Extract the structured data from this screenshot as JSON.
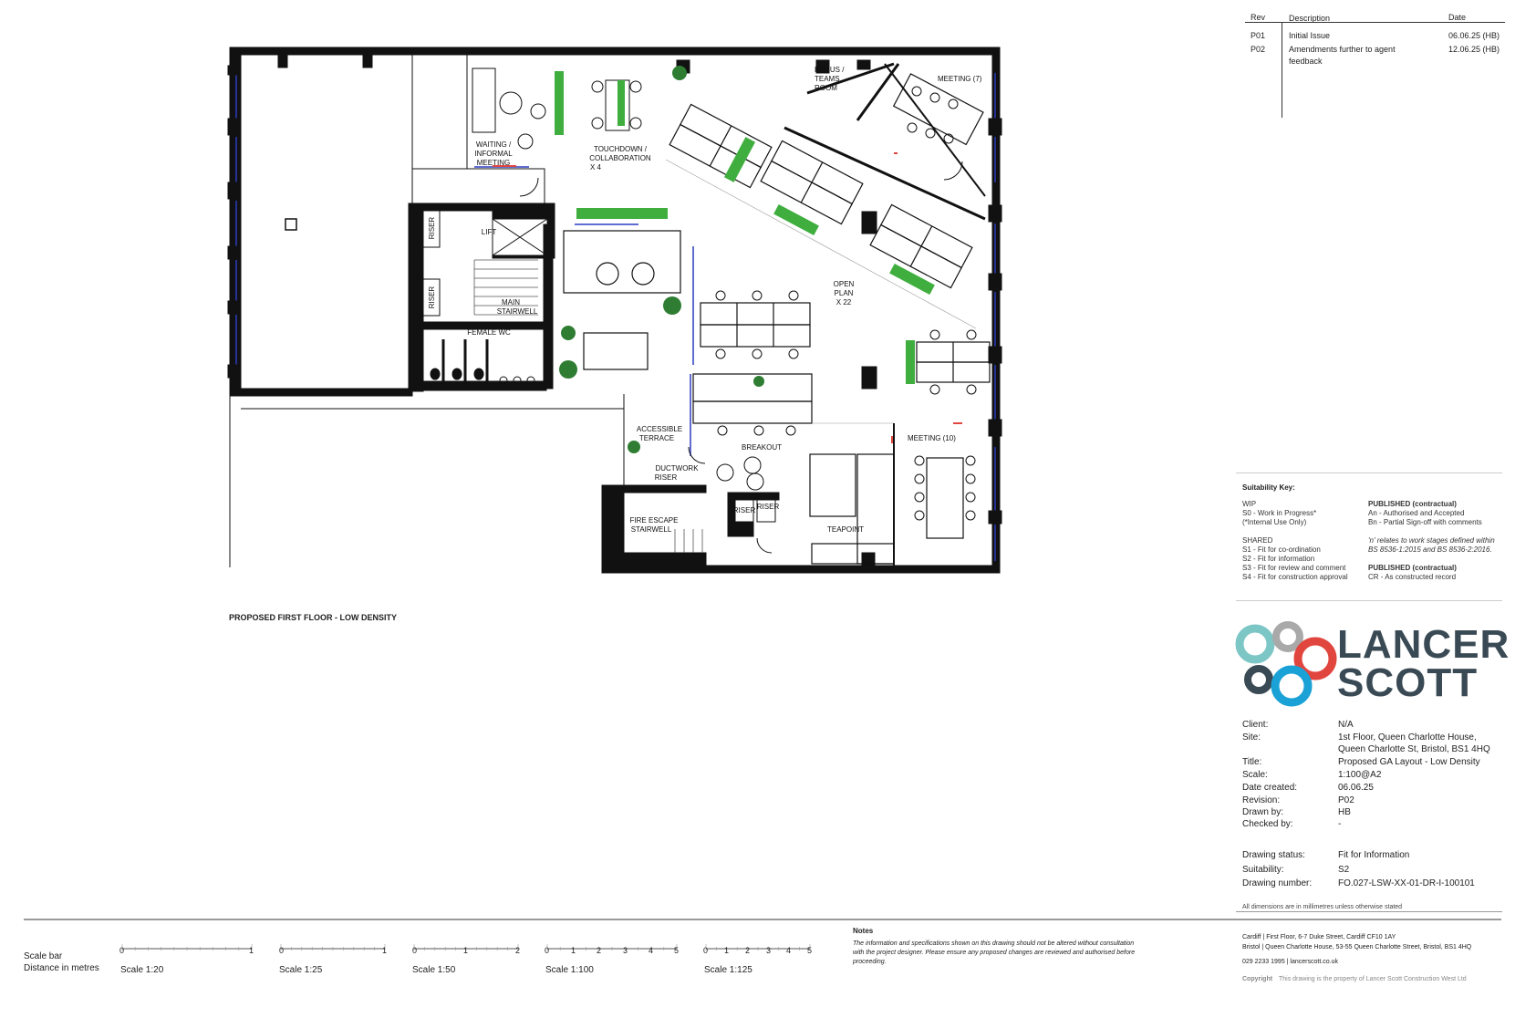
{
  "revisions": {
    "headers": {
      "rev": "Rev",
      "description": "Description",
      "date": "Date"
    },
    "rows": [
      {
        "rev": "P01",
        "description": "Initial Issue",
        "date": "06.06.25 (HB)"
      },
      {
        "rev": "P02",
        "description": "Amendments further to agent",
        "description2": "feedback",
        "date": "12.06.25 (HB)"
      }
    ]
  },
  "plan": {
    "caption": "PROPOSED FIRST FLOOR - LOW DENSITY",
    "rooms": {
      "waiting": [
        "WAITING /",
        "INFORMAL",
        "MEETING"
      ],
      "touchdown": [
        "TOUCHDOWN /",
        "COLLABORATION",
        "X 4"
      ],
      "focus": [
        "FOCUS /",
        "TEAMS",
        "ROOM"
      ],
      "meeting7": "MEETING (7)",
      "lift": "LIFT",
      "riser1": "RISER",
      "riser2": "RISER",
      "main_stair": [
        "MAIN",
        "STAIRWELL"
      ],
      "female_wc": "FEMALE WC",
      "open_plan": [
        "OPEN",
        "PLAN",
        "X 22"
      ],
      "terrace": [
        "ACCESSIBLE",
        "TERRACE"
      ],
      "breakout": "BREAKOUT",
      "meeting10": "MEETING (10)",
      "duct": [
        "DUCTWORK",
        "RISER"
      ],
      "riser3": "RISER",
      "riser4": "RISER",
      "fire_stair": [
        "FIRE ESCAPE",
        "STAIRWELL"
      ],
      "teapoint": "TEAPOINT"
    }
  },
  "suitability": {
    "title": "Suitability Key:",
    "left": [
      "WIP",
      "S0 - Work in Progress*",
      "(*Internal Use Only)",
      "",
      "SHARED",
      "S1 - Fit for co-ordination",
      "S2 - Fit for information",
      "S3 - Fit for review and comment",
      "S4 - Fit for construction approval"
    ],
    "right_title1": "PUBLISHED (contractual)",
    "right_a": "An - Authorised and Accepted",
    "right_b": "Bn - Partial Sign-off with comments",
    "right_note1": "'n' relates to work stages defined within",
    "right_note2": "BS 8536-1:2015 and BS 8536-2:2016.",
    "right_title2": "PUBLISHED (contractual)",
    "right_cr": "CR - As constructed record"
  },
  "logo": {
    "line1": "LANCER",
    "line2": "SCOTT",
    "colors": {
      "teal": "#7cc6c6",
      "grey": "#a9a9a9",
      "red": "#e0463e",
      "dark": "#3a4a55",
      "blue": "#1aa1d6"
    }
  },
  "info": [
    {
      "label": "Client:",
      "value": "N/A"
    },
    {
      "label": "Site:",
      "value": "1st Floor, Queen Charlotte House,",
      "value2": "Queen Charlotte St, Bristol, BS1 4HQ"
    },
    {
      "label": "Title:",
      "value": "Proposed GA Layout - Low Density"
    },
    {
      "label": "Scale:",
      "value": "1:100@A2"
    },
    {
      "label": "Date created:",
      "value": "06.06.25"
    },
    {
      "label": "Revision:",
      "value": "P02"
    },
    {
      "label": "Drawn by:",
      "value": "HB"
    },
    {
      "label": "Checked by:",
      "value": "-"
    }
  ],
  "status": [
    {
      "label": "Drawing status:",
      "value": "Fit for Information"
    },
    {
      "label": "Suitability:",
      "value": "S2"
    },
    {
      "label": "Drawing number:",
      "value": "FO.027-LSW-XX-01-DR-I-100101"
    }
  ],
  "dims_note": "All dimensions are in millimetres unless otherwise stated",
  "offices": {
    "cardiff": "Cardiff  |  First Floor, 6-7 Duke Street, Cardiff CF10 1AY",
    "bristol": "Bristol  |  Queen Charlotte House, 53-55 Queen Charlotte Street, Bristol, BS1 4HQ",
    "contact": "029 2233 1995  |  lancerscott.co.uk",
    "copyright_label": "Copyright",
    "copyright": "This drawing is the property of Lancer Scott Construction West Ltd"
  },
  "scalebar": {
    "title": "Scale bar",
    "subtitle": "Distance in metres",
    "scales": [
      {
        "name": "Scale 1:20",
        "ticks": [
          "0",
          "1"
        ]
      },
      {
        "name": "Scale 1:25",
        "ticks": [
          "0",
          "1"
        ]
      },
      {
        "name": "Scale 1:50",
        "ticks": [
          "0",
          "1",
          "2"
        ]
      },
      {
        "name": "Scale 1:100",
        "ticks": [
          "0",
          "1",
          "2",
          "3",
          "4",
          "5"
        ]
      },
      {
        "name": "Scale 1:125",
        "ticks": [
          "0",
          "1",
          "2",
          "3",
          "4",
          "5"
        ]
      }
    ]
  },
  "notes": {
    "title": "Notes",
    "line1": "The information and specifications shown on this drawing should not be altered without consultation",
    "line2": "with the project designer. Please ensure any proposed changes are reviewed and authorised before",
    "line3": "proceeding."
  }
}
